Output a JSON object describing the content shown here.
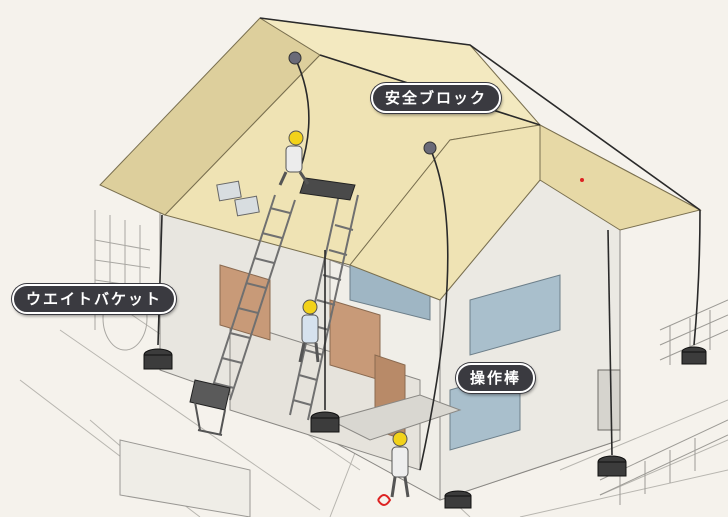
{
  "labels": {
    "safety_block": "安全ブロック",
    "weight_bucket": "ウエイトバケット",
    "operating_rod": "操作棒"
  },
  "colors": {
    "callout_bg": "#3a3a40",
    "callout_text": "#ffffff",
    "roof": "#efe3b4",
    "wall": "#ece9e2",
    "wood_panel": "#c89a78",
    "helmet": "#f2d21a",
    "rope": "#2a2a2a"
  }
}
